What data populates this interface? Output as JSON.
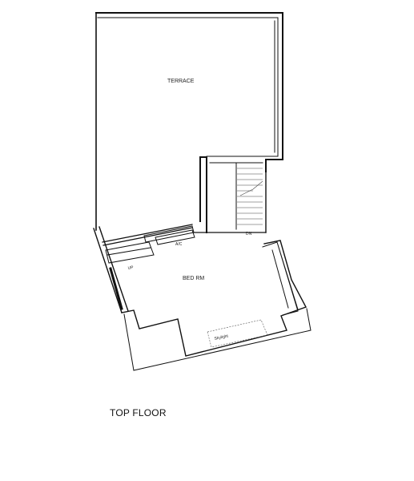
{
  "plan": {
    "title": "TOP FLOOR",
    "rooms": {
      "terrace": "TERRACE",
      "bedroom": "BED RM"
    },
    "labels": {
      "ac": "A/C",
      "up": "UP",
      "dn": "DN",
      "skylight": "Skylight"
    }
  }
}
